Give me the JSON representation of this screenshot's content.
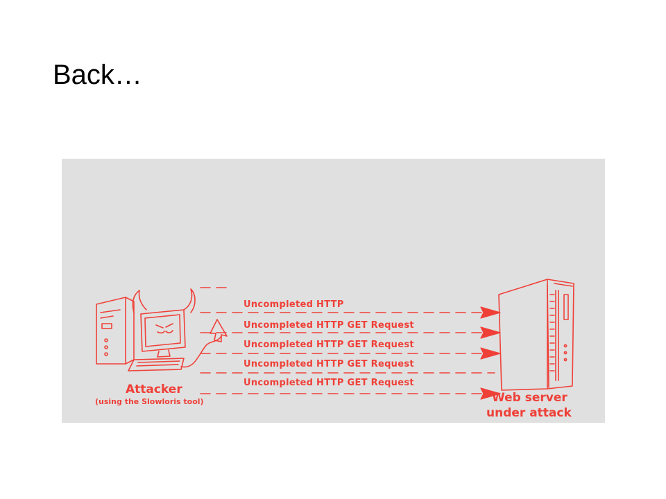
{
  "slide": {
    "title": "Back…"
  },
  "diagram": {
    "accent_color": "#ef4038",
    "background_color": "#e0e0e0",
    "requests": [
      "Uncompleted HTTP",
      "Uncompleted HTTP GET Request",
      "Uncompleted HTTP GET Request",
      "Uncompleted HTTP GET Request",
      "Uncompleted HTTP GET Request"
    ],
    "attacker": {
      "label": "Attacker",
      "sublabel": "(using the Slowloris tool)",
      "icon": "devil-computer-icon"
    },
    "server": {
      "label_line1": "Web server",
      "label_line2": "under attack",
      "icon": "server-tower-icon"
    }
  }
}
